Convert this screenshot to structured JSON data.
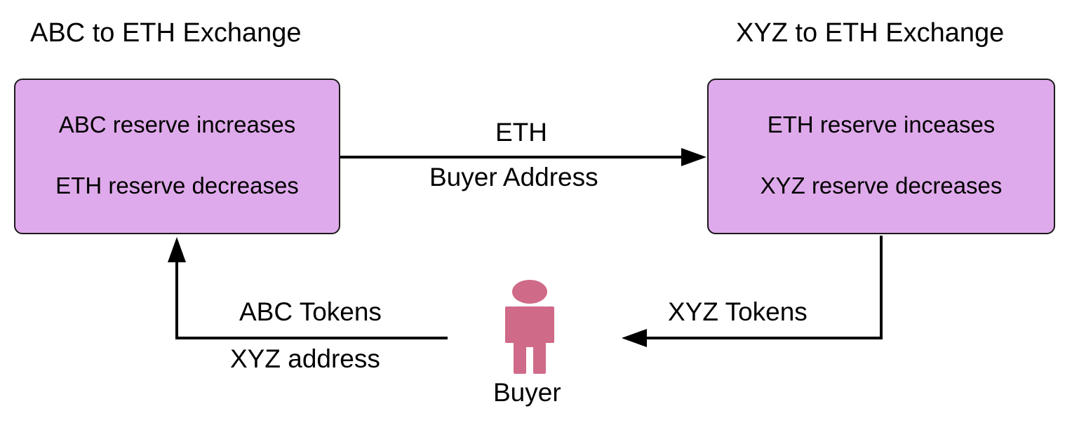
{
  "colors": {
    "box_fill": "#dfaaeb",
    "box_border": "#1a1a1a",
    "buyer_icon": "#cf6a88",
    "line": "#000000"
  },
  "left_exchange": {
    "title": "ABC to ETH Exchange",
    "line1": "ABC reserve increases",
    "line2": "ETH reserve decreases"
  },
  "right_exchange": {
    "title": "XYZ to ETH Exchange",
    "line1": "ETH reserve inceases",
    "line2": "XYZ reserve decreases"
  },
  "top_arrow": {
    "label_above": "ETH",
    "label_below": "Buyer Address"
  },
  "right_arrow": {
    "label": "XYZ Tokens"
  },
  "left_arrow": {
    "label_above": "ABC Tokens",
    "label_below": "XYZ address"
  },
  "buyer": {
    "icon": "person-icon",
    "label": "Buyer"
  }
}
